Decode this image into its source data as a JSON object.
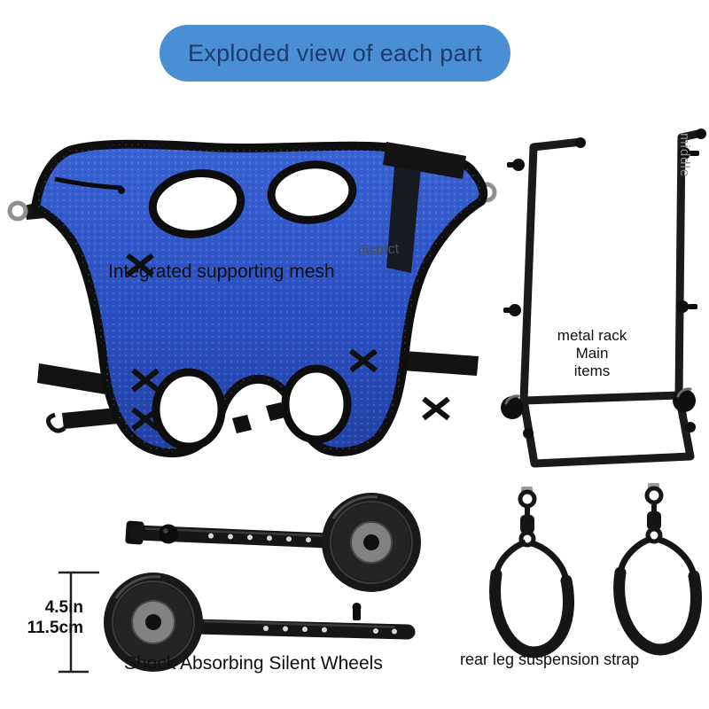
{
  "title": {
    "label": "Exploded view of each part"
  },
  "colors": {
    "pill_bg": "#4a8fd3",
    "pill_text": "#1e3a70",
    "vest_blue": "#2b50c2",
    "part_black": "#1a1a1a"
  },
  "parts": {
    "mesh": {
      "label": "Integrated supporting mesh",
      "watermark": "district"
    },
    "rack": {
      "line1": "metal rack",
      "line2": "Main",
      "line3": "items",
      "side_label": "middle"
    },
    "wheels": {
      "label": "Shock Absorbing Silent Wheels",
      "dimension_in": "4.5in",
      "dimension_cm": "11.5cm"
    },
    "strap": {
      "label": "rear leg suspension strap"
    }
  }
}
